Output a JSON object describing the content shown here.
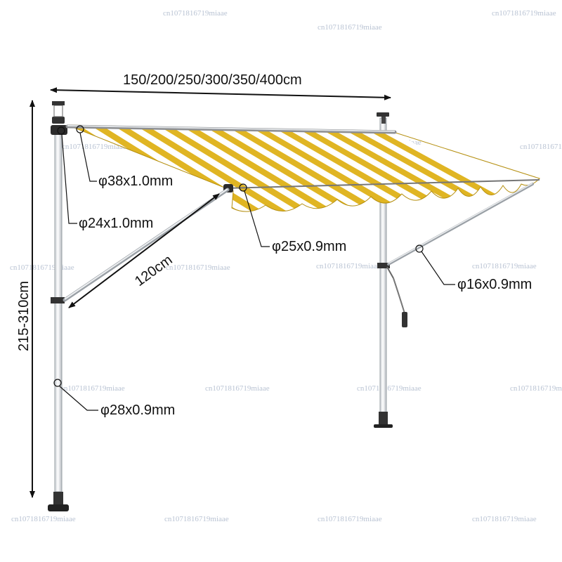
{
  "dimensions": {
    "width_label": "150/200/250/300/350/400cm",
    "height_label": "215-310cm",
    "arm_length_label": "120cm"
  },
  "callouts": {
    "front_bar": "φ38x1.0mm",
    "back_tube": "φ24x1.0mm",
    "roller_tube": "φ25x0.9mm",
    "arm_rod": "φ16x0.9mm",
    "post": "φ28x0.9mm"
  },
  "watermark": "cn1071816719miaae",
  "colors": {
    "stripe_yellow": "#e0b523",
    "stripe_white": "#ffffff",
    "pole": "#eef0f2",
    "pole_edge": "#9aa0a6",
    "line": "#111111"
  }
}
